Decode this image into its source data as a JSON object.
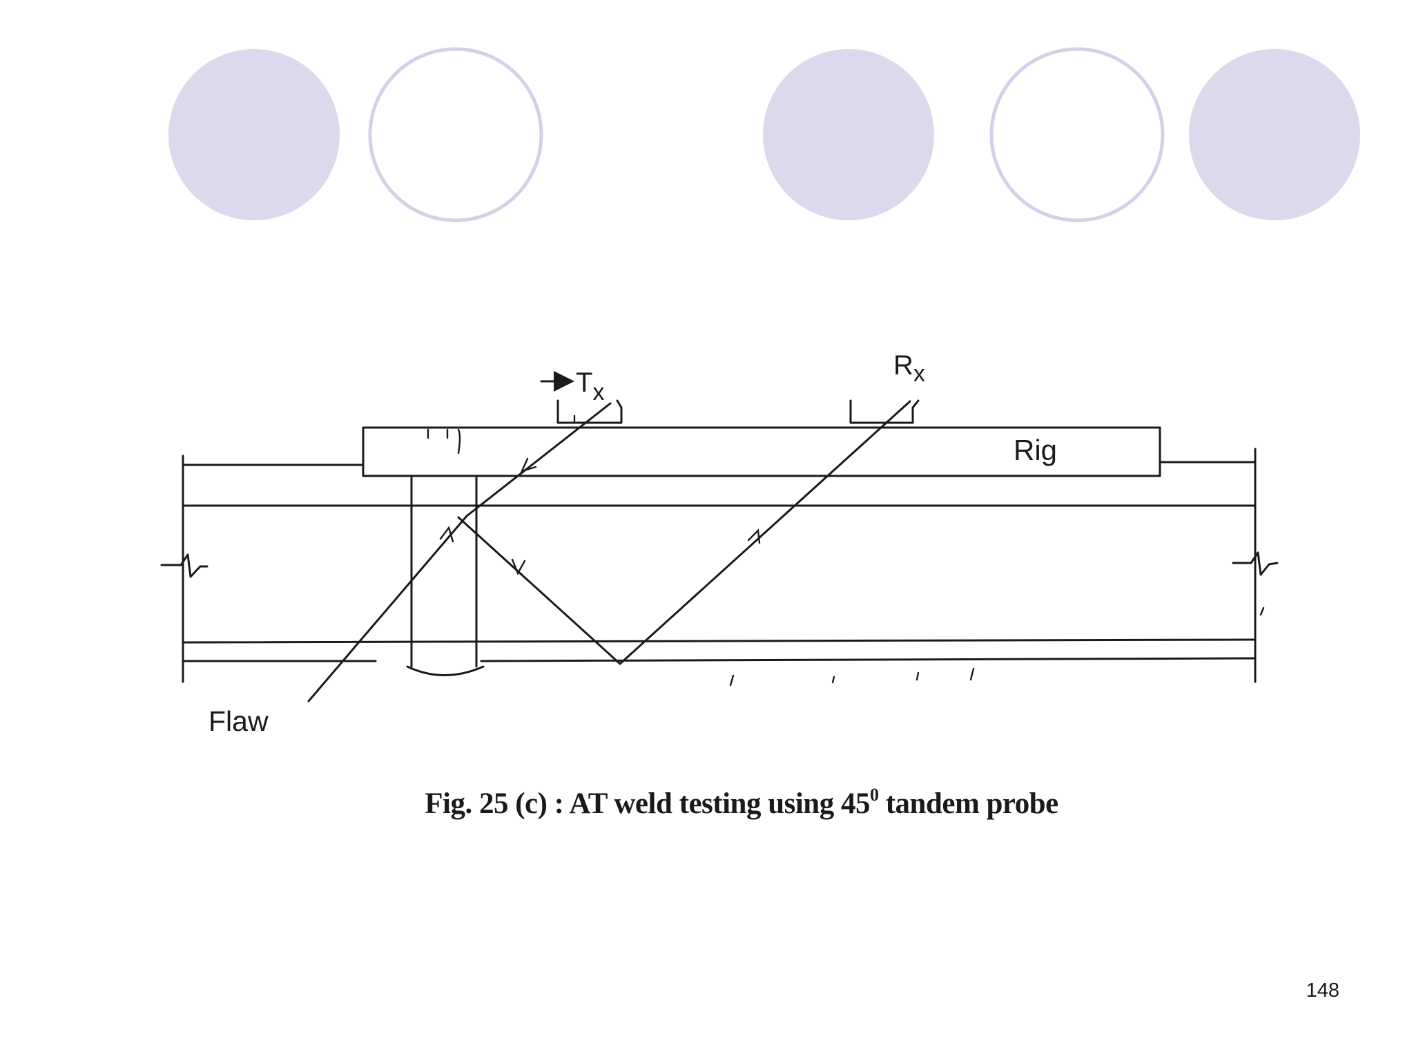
{
  "theme": {
    "circle_fill": "#dcd9ec",
    "circle_stroke": "#d0cde6",
    "ink": "#1a1a1a"
  },
  "decor": {
    "circles": [
      {
        "name": "circle-1",
        "style": "filled"
      },
      {
        "name": "circle-2",
        "style": "outline"
      },
      {
        "name": "circle-3",
        "style": "filled"
      },
      {
        "name": "circle-4",
        "style": "outline"
      },
      {
        "name": "circle-5",
        "style": "filled"
      }
    ]
  },
  "diagram": {
    "labels": {
      "tx": "T",
      "tx_sub": "x",
      "rx": "R",
      "rx_sub": "x",
      "rig": "Rig",
      "flaw": "Flaw"
    }
  },
  "caption": {
    "prefix": "Fig. 25 (c) :  AT weld testing using 45",
    "superscript": "0",
    "suffix": " tandem probe"
  },
  "page_number": "148"
}
